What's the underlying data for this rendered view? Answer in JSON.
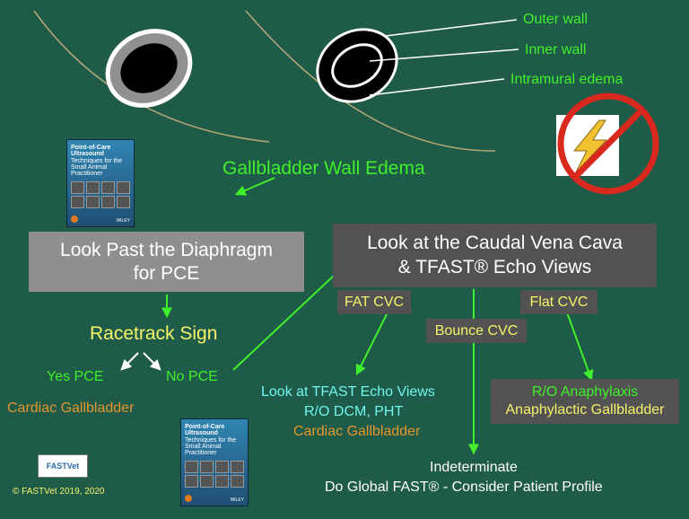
{
  "labels": {
    "outer_wall": "Outer wall",
    "inner_wall": "Inner wall",
    "intramural_edema": "Intramural edema",
    "title": "Gallbladder Wall Edema",
    "look_past_line1": "Look Past the Diaphragm",
    "look_past_line2": "for PCE",
    "look_cvc_line1": "Look at the Caudal Vena Cava",
    "look_cvc_line2": "& TFAST® Echo Views",
    "racetrack": "Racetrack Sign",
    "yes_pce": "Yes PCE",
    "no_pce": "No PCE",
    "cardiac_gb_left": "Cardiac Gallbladder",
    "fat_cvc": "FAT CVC",
    "bounce_cvc": "Bounce CVC",
    "flat_cvc": "Flat CVC",
    "tfast_echo": "Look at TFAST Echo Views",
    "ro_dcm": "R/O DCM, PHT",
    "cardiac_gb_mid": "Cardiac Gallbladder",
    "ro_anaphylaxis": "R/O Anaphylaxis",
    "anaphylactic_gb": "Anaphylactic Gallbladder",
    "indeterminate": "Indeterminate",
    "global_fast": "Do Global FAST® - Consider Patient Profile",
    "copyright": "© FASTVet 2019, 2020"
  },
  "book": {
    "title_line1": "Point-of-Care",
    "title_line2": "Ultrasound",
    "title_line3": "Techniques for the",
    "title_line4": "Small Animal Practitioner",
    "publisher": "WILEY"
  },
  "logo": {
    "text": "FASTVet"
  },
  "colors": {
    "background": "#1f5b49",
    "green_text": "#3ff02a",
    "yellow_text": "#f6f36a",
    "orange_text": "#e3962c",
    "cyan_text": "#6ff5ee",
    "box_light_gray": "#8f8f8f",
    "box_dark_gray": "#525252",
    "arrow_green": "#3ff02a",
    "no_sign_red": "#d9291f",
    "lightning_yellow": "#f2c230"
  },
  "icons": {
    "lightning": "lightning-bolt-icon",
    "no_sign": "prohibition-icon",
    "branch_arrows": "white-branch-arrows"
  }
}
